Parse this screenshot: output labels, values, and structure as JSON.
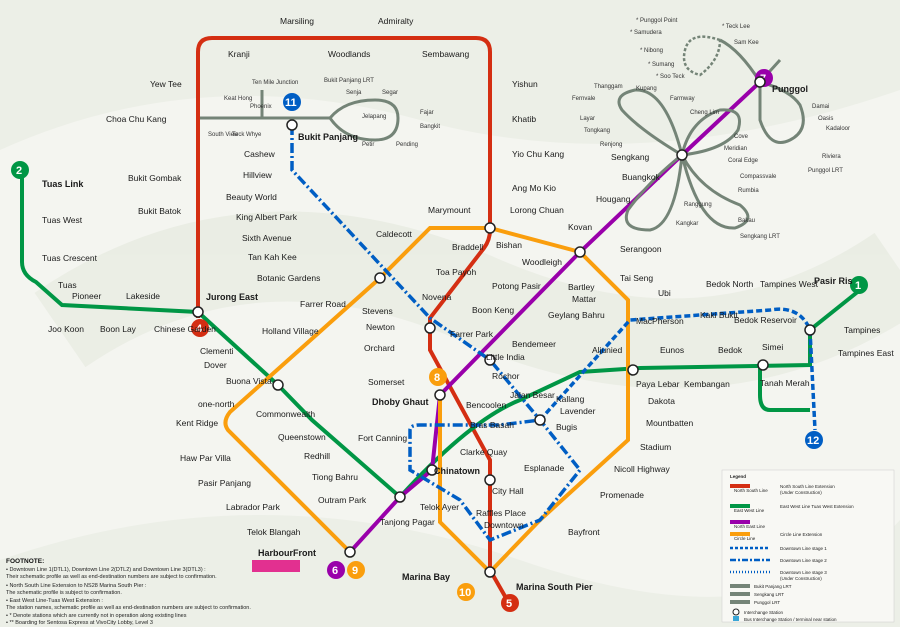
{
  "colors": {
    "nsl": "#d42e12",
    "ewl": "#009645",
    "nel": "#9900aa",
    "ccl": "#fa9e0d",
    "dtl": "#005ec4",
    "tel": "#9d5b25",
    "lrt": "#748477",
    "tsl": "#e0007a"
  },
  "lines": {
    "nsl_label": "1",
    "ewl_label": "2",
    "nel_label": "7",
    "ccl_label": "8",
    "dtl_label": "11",
    "tel_label": "12",
    "ccl_ext_label": "9",
    "l4": "4",
    "l5": "5",
    "l6": "6",
    "l10": "10"
  },
  "stations": {
    "marsiling": "Marsiling",
    "admiralty": "Admiralty",
    "kranji": "Kranji",
    "woodlands": "Woodlands",
    "sembawang": "Sembawang",
    "yew_tee": "Yew Tee",
    "yishun": "Yishun",
    "choa_chu_kang": "Choa Chu Kang",
    "khatib": "Khatib",
    "yio_chu_kang": "Yio Chu Kang",
    "ang_mo_kio": "Ang Mo Kio",
    "bukit_gombak": "Bukit Gombak",
    "bukit_batok": "Bukit Batok",
    "bukit_panjang": "Bukit Panjang",
    "cashew": "Cashew",
    "hillview": "Hillview",
    "beauty_world": "Beauty World",
    "king_albert_park": "King Albert Park",
    "sixth_avenue": "Sixth Avenue",
    "tan_kah_kee": "Tan Kah Kee",
    "botanic_gardens": "Botanic Gardens",
    "farrer_road": "Farrer Road",
    "holland_village": "Holland Village",
    "buona_vista": "Buona Vista",
    "one_north": "one-north",
    "kent_ridge": "Kent Ridge",
    "haw_par_villa": "Haw Par Villa",
    "pasir_panjang": "Pasir Panjang",
    "labrador_park": "Labrador Park",
    "telok_blangah": "Telok Blangah",
    "harbourfront": "HarbourFront",
    "jurong_east": "Jurong East",
    "clementi": "Clementi",
    "dover": "Dover",
    "commonwealth": "Commonwealth",
    "queenstown": "Queenstown",
    "redhill": "Redhill",
    "tiong_bahru": "Tiong Bahru",
    "outram_park": "Outram Park",
    "tanjong_pagar": "Tanjong Pagar",
    "telok_ayer": "Telok Ayer",
    "chinatown": "Chinatown",
    "clarke_quay": "Clarke Quay",
    "fort_canning": "Fort Canning",
    "dhoby_ghaut": "Dhoby Ghaut",
    "somerset": "Somerset",
    "orchard": "Orchard",
    "newton": "Newton",
    "stevens": "Stevens",
    "novena": "Novena",
    "toa_payoh": "Toa Payoh",
    "braddell": "Braddell",
    "bishan": "Bishan",
    "caldecott": "Caldecott",
    "marymount": "Marymount",
    "lorong_chuan": "Lorong Chuan",
    "woodleigh": "Woodleigh",
    "potong_pasir": "Potong Pasir",
    "boon_keng": "Boon Keng",
    "farrer_park": "Farrer Park",
    "little_india": "Little India",
    "rochor": "Rochor",
    "bencoolen": "Bencoolen",
    "bras_basah": "Bras Basah",
    "bugis": "Bugis",
    "jalan_besar": "Jalan Besar",
    "bendemeer": "Bendemeer",
    "geylang_bahru": "Geylang Bahru",
    "mattar": "Mattar",
    "bartley": "Bartley",
    "tai_seng": "Tai Seng",
    "serangoon": "Serangoon",
    "kovan": "Kovan",
    "hougang": "Hougang",
    "buangkok": "Buangkok",
    "sengkang": "Sengkang",
    "punggol": "Punggol",
    "macpherson": "MacPherson",
    "ubi": "Ubi",
    "kaki_bukit": "Kaki Bukit",
    "bedok_north": "Bedok North",
    "bedok_reservoir": "Bedok Reservoir",
    "tampines_west": "Tampines West",
    "tampines": "Tampines",
    "tampines_east": "Tampines East",
    "pasir_ris": "Pasir Ris",
    "simei": "Simei",
    "tanah_merah": "Tanah Merah",
    "bedok": "Bedok",
    "kembangan": "Kembangan",
    "eunos": "Eunos",
    "paya_lebar": "Paya Lebar",
    "aljunied": "Aljunied",
    "kallang": "Kallang",
    "lavender": "Lavender",
    "dakota": "Dakota",
    "mountbatten": "Mountbatten",
    "stadium": "Stadium",
    "nicoll_highway": "Nicoll Highway",
    "promenade": "Promenade",
    "esplanade": "Esplanade",
    "city_hall": "City Hall",
    "raffles_place": "Raffles Place",
    "downtown": "Downtown",
    "bayfront": "Bayfront",
    "marina_bay": "Marina Bay",
    "marina_south_pier": "Marina South Pier",
    "tuas_link": "Tuas Link",
    "tuas_west": "Tuas West",
    "tuas_crescent": "Tuas Crescent",
    "tuas": "Tuas",
    "pioneer": "Pioneer",
    "joo_koon": "Joo Koon",
    "boon_lay": "Boon Lay",
    "lakeside": "Lakeside",
    "chinese_garden": "Chinese Garden"
  },
  "lrt": {
    "ten_mile_junction": "Ten Mile Junction",
    "keat_hong": "Keat Hong",
    "phoenix": "Phoenix",
    "south_view": "South View",
    "teck_whye": "Teck Whye",
    "bukit_panjang_lrt": "Bukit Panjang LRT",
    "senja": "Senja",
    "segar": "Segar",
    "jelapang": "Jelapang",
    "fajar": "Fajar",
    "bangkit": "Bangkit",
    "petir": "Petir",
    "pending": "Pending",
    "punggol_point": "* Punggol Point",
    "samudera": "* Samudera",
    "nibong": "* Nibong",
    "sumang": "* Sumang",
    "soo_teck": "* Soo Teck",
    "teck_lee": "* Teck Lee",
    "sam_kee": "Sam Kee",
    "damai": "Damai",
    "oasis": "Oasis",
    "kadaloor": "Kadaloor",
    "riviera": "Riviera",
    "coral_edge": "Coral Edge",
    "meridian": "Meridian",
    "cove": "Cove",
    "punggol_lrt": "Punggol LRT",
    "thanggam": "Thanggam",
    "fernvale": "Fernvale",
    "layar": "Layar",
    "tongkang": "Tongkang",
    "renjong": "Renjong",
    "kupang": "Kupang",
    "farmway": "Farmway",
    "cheng_lim": "Cheng Lim",
    "compassvale": "Compassvale",
    "rumbia": "Rumbia",
    "bakau": "Bakau",
    "kangkar": "Kangkar",
    "ranggung": "Ranggung",
    "sengkang_lrt": "Sengkang LRT"
  },
  "footnote": {
    "title": "FOOTNOTE:",
    "l1": "• Downtown Line 1(DTL1), Downtown Line 2(DTL2) and Downtown Line 3(DTL3) :",
    "l2": "  Their schematic profile as well as end-destination numbers are subject to confirmation.",
    "l3": "• North South Line Extension to NS28 Marina South Pier :",
    "l4": "  The schematic profile is subject to confirmation.",
    "l5": "• East West Line-Tuas West Extension :",
    "l6": "  The station names, schematic profile as well as end-destination numbers are subject to confirmation.",
    "l7": "• *  Denote stations which are currently not in operation along existing lines",
    "l8": "• ** Boarding for Sentosa Express at VivoCity Lobby, Level 3"
  },
  "legend": {
    "title": "Legend",
    "nsl": "North South Line",
    "nsl_ext": "North South Line Extension",
    "nsl_ext_note": "(Under Construction)",
    "ewl": "East West Line",
    "ewl_ext": "East West Line Tuas West Extension",
    "nel": "North East Line",
    "ccl": "Circle Line",
    "ccl_ext": "Circle Line Extension",
    "dtl1": "Downtown Line stage 1",
    "dtl2": "Downtown Line stage 2",
    "dtl3": "Downtown Line stage 3",
    "uc": "(Under Construction)",
    "bp_lrt": "Bukit Panjang LRT",
    "sk_lrt": "Sengkang LRT",
    "pg_lrt": "Punggol LRT",
    "interchange": "Interchange Station",
    "bus": "Bus Interchange Station / terminal near station"
  }
}
